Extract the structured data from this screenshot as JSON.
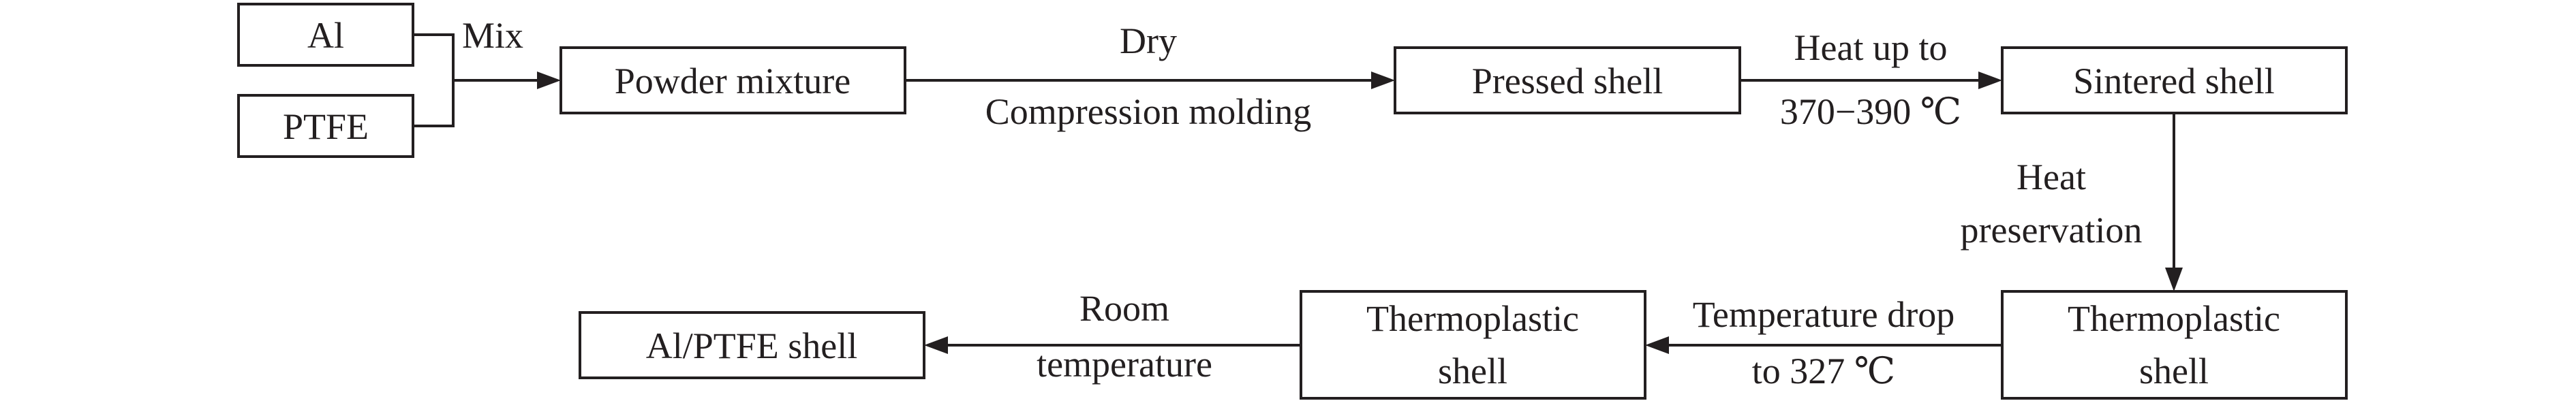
{
  "nodes": {
    "al": "Al",
    "ptfe": "PTFE",
    "powder_mixture": "Powder mixture",
    "pressed_shell": "Pressed shell",
    "sintered_shell": "Sintered shell",
    "thermoplastic_shell_right": [
      "Thermoplastic",
      "shell"
    ],
    "thermoplastic_shell_middle": [
      "Thermoplastic",
      "shell"
    ],
    "al_ptfe_shell": "Al/PTFE shell"
  },
  "edges": {
    "mix": "Mix",
    "dry": "Dry",
    "compression_molding": "Compression molding",
    "heat_up_to": [
      "Heat up to",
      "370−390 ℃"
    ],
    "heat_preservation": [
      "Heat",
      "preservation"
    ],
    "temperature_drop": [
      "Temperature drop",
      "to 327 ℃"
    ],
    "room_temperature": [
      "Room",
      "temperature"
    ]
  },
  "colors": {
    "ink": "#231f20",
    "background": "#ffffff"
  }
}
